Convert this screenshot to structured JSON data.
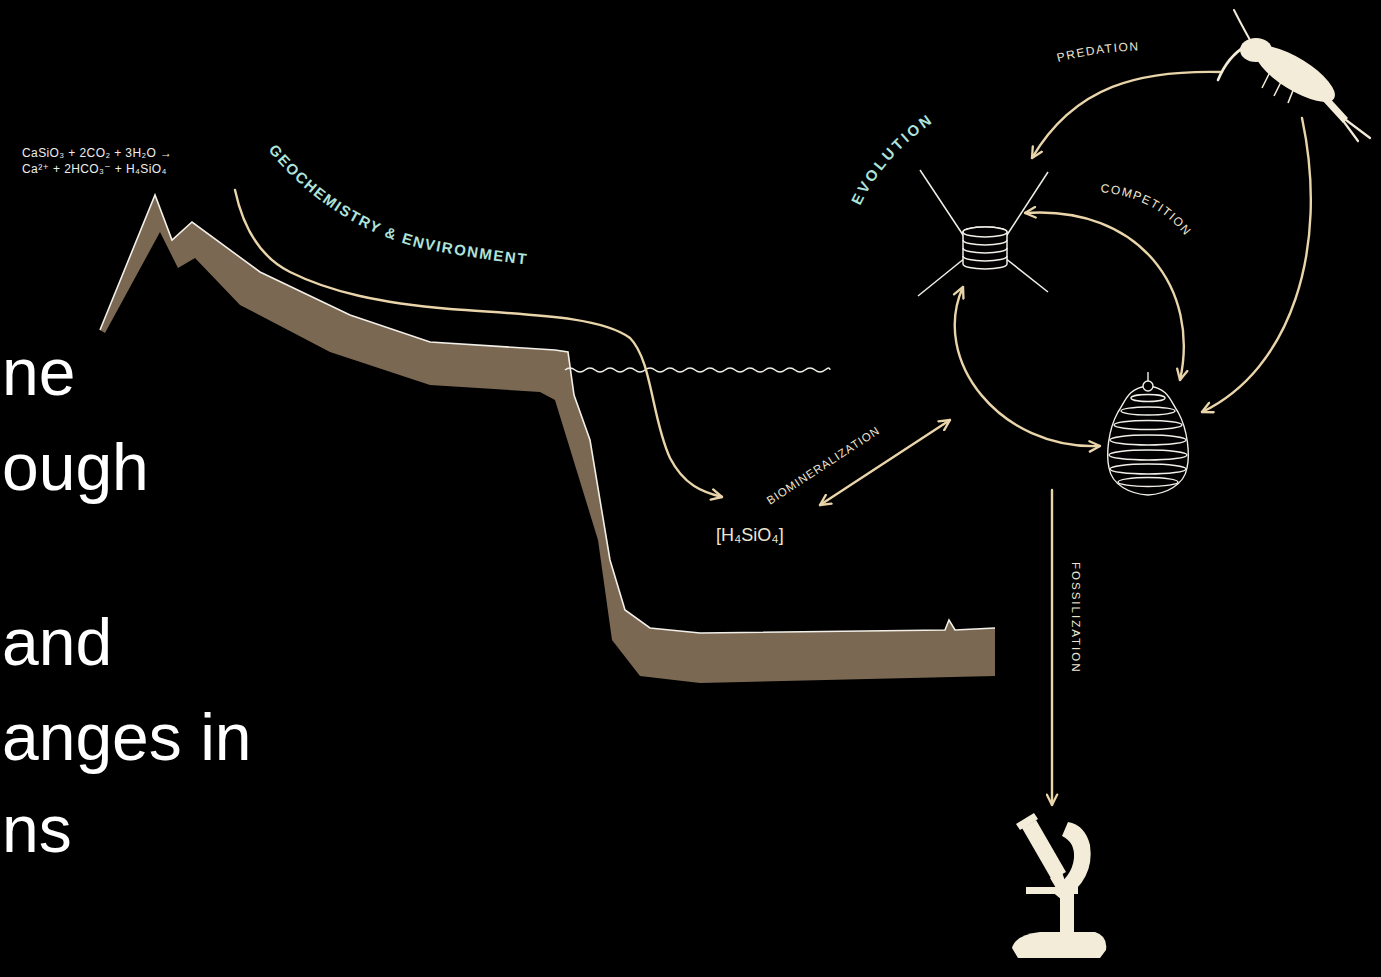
{
  "diagram": {
    "labels": [
      "ne",
      "ough",
      "and",
      "anges in",
      "ns",
      "CaSiO₃ + 2CO₂ + 3H₂O → Ca²⁺ + 2HCO₃⁻ + H₄SiO₄",
      "GEOCHEMISTRY & ENVIRONMENT",
      "EVOLUTION",
      "PREDATION",
      "COMPETITION",
      "BIOMINERALIZATION",
      "[H₄SiO₄]",
      "FOSSILIZATION"
    ]
  }
}
